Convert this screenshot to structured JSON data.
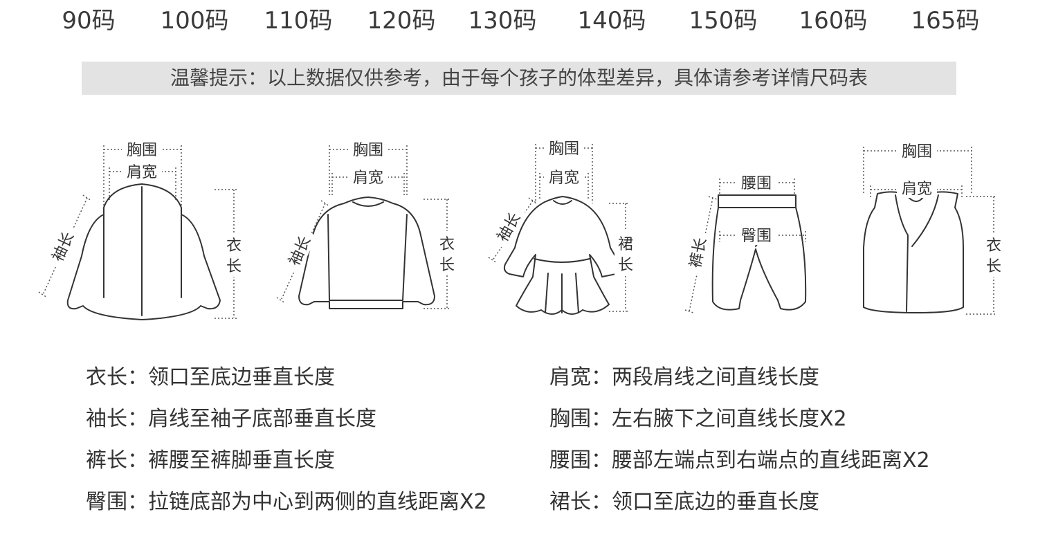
{
  "sizes": [
    "90码",
    "100码",
    "110码",
    "120码",
    "130码",
    "140码",
    "150码",
    "160码",
    "165码"
  ],
  "notice": "温馨提示：以上数据仅供参考，由于每个孩子的体型差异，具体请参考详情尺码表",
  "figures": {
    "jacket": {
      "chest": "胸围",
      "shoulder": "肩宽",
      "sleeve": "袖长",
      "length": "衣长"
    },
    "sweater": {
      "chest": "胸围",
      "shoulder": "肩宽",
      "sleeve": "袖长",
      "length": "衣长"
    },
    "dress": {
      "chest": "胸围",
      "shoulder": "肩宽",
      "sleeve": "袖长",
      "length": "裙长"
    },
    "pants": {
      "waist": "腰围",
      "hip": "臀围",
      "length": "裤长"
    },
    "vest": {
      "chest": "胸围",
      "shoulder": "肩宽",
      "length": "衣长"
    }
  },
  "definitions": [
    {
      "term": "衣长",
      "desc": "领口至底边垂直长度"
    },
    {
      "term": "肩宽",
      "desc": "两段肩线之间直线长度"
    },
    {
      "term": "袖长",
      "desc": "肩线至袖子底部垂直长度"
    },
    {
      "term": "胸围",
      "desc": "左右腋下之间直线长度X2"
    },
    {
      "term": "裤长",
      "desc": "裤腰至裤脚垂直长度"
    },
    {
      "term": "腰围",
      "desc": "腰部左端点到右端点的直线距离X2"
    },
    {
      "term": "臀围",
      "desc": "拉链底部为中心到两侧的直线距离X2"
    },
    {
      "term": "裙长",
      "desc": "领口至底边的垂直长度"
    }
  ],
  "separator": "："
}
